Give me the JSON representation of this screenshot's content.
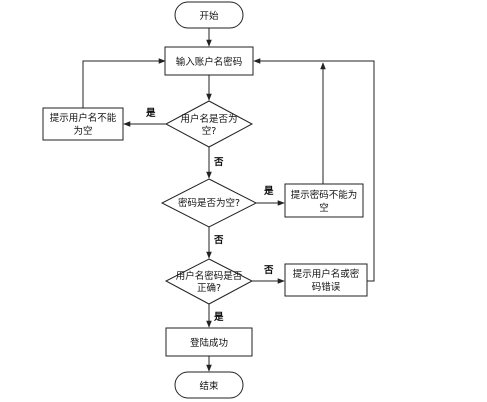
{
  "nodes": {
    "start": {
      "label": "开始"
    },
    "input": {
      "label": "输入账户名密码"
    },
    "check_user_empty": {
      "lines": [
        "用户名是否为",
        "空?"
      ]
    },
    "prompt_user_empty": {
      "lines": [
        "提示用户名不能",
        "为空"
      ]
    },
    "check_pwd_empty": {
      "label": "密码是否为空?"
    },
    "prompt_pwd_empty": {
      "lines": [
        "提示密码不能为",
        "空"
      ]
    },
    "check_correct": {
      "lines": [
        "用户名密码是否",
        "正确?"
      ]
    },
    "prompt_wrong": {
      "lines": [
        "提示用户名或密",
        "码错误"
      ]
    },
    "login_success": {
      "label": "登陆成功"
    },
    "end": {
      "label": "结束"
    }
  },
  "edge_labels": {
    "user_empty_yes": "是",
    "user_empty_no": "否",
    "pwd_empty_yes": "是",
    "pwd_empty_no": "否",
    "correct_no": "否",
    "correct_yes": "是"
  }
}
